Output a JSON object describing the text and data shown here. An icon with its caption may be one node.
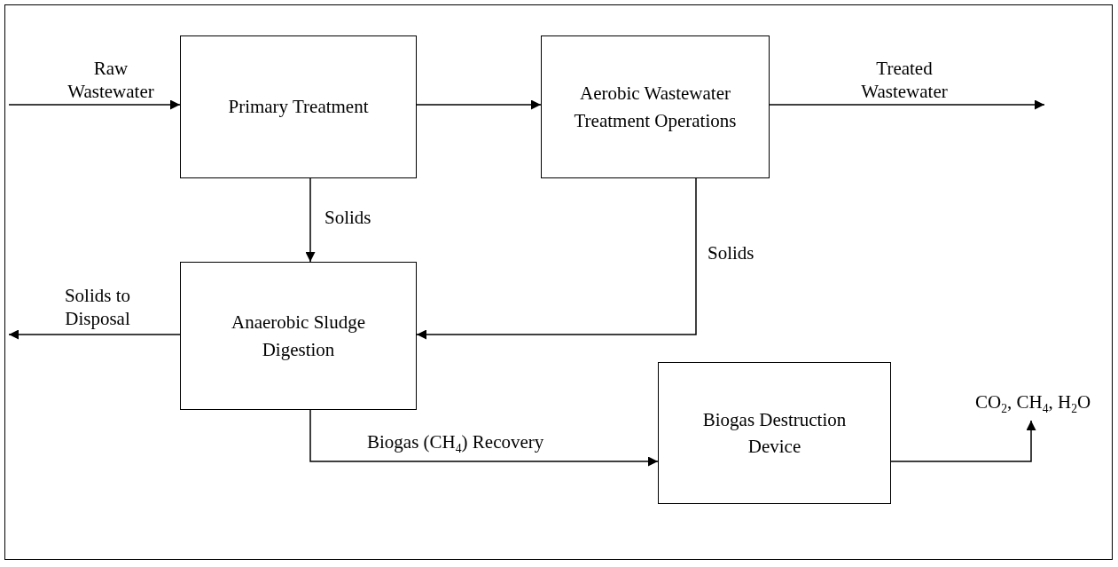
{
  "diagram": {
    "nodes": [
      {
        "text": [
          "Primary Treatment"
        ]
      },
      {
        "text": [
          "Aerobic Wastewater Treatment Operations"
        ]
      },
      {
        "text": [
          "Anaerobic Sludge Digestion"
        ]
      },
      {
        "text": [
          "Biogas Destruction Device"
        ]
      }
    ],
    "edges": [
      {
        "from": null,
        "to": 0,
        "arrow": "to",
        "label": "Raw Wastewater"
      },
      {
        "from": 0,
        "to": 1,
        "arrow": "to"
      },
      {
        "from": 1,
        "to": null,
        "arrow": "to",
        "label": "Treated Wastewater"
      },
      {
        "from": 0,
        "to": 2,
        "arrow": "to",
        "label": "Solids"
      },
      {
        "from": 1,
        "to": 2,
        "arrow": "to",
        "label": "Solids"
      },
      {
        "from": 2,
        "to": null,
        "arrow": "to",
        "label": "Solids to Disposal"
      },
      {
        "from": 2,
        "to": 3,
        "arrow": "to",
        "label": "Biogas (CH$_{4}$) Recovery"
      },
      {
        "from": 3,
        "to": null,
        "arrow": "to",
        "label": "CO$_{2}$, CH$_{4}$, H$_{2}$O"
      }
    ]
  }
}
